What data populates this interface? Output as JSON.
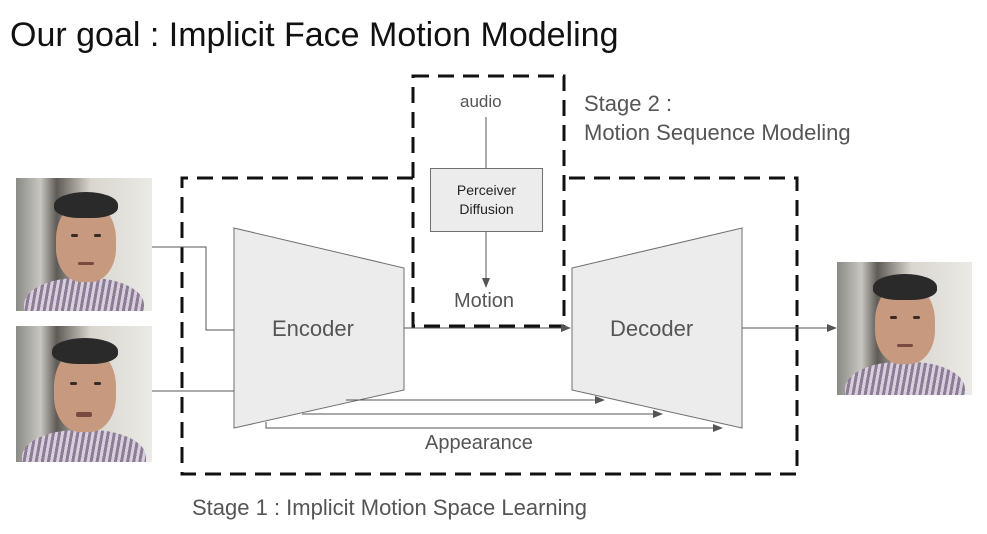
{
  "title": "Our goal : Implicit Face Motion Modeling",
  "stage2": {
    "line1": "Stage 2 :",
    "line2": "Motion Sequence Modeling"
  },
  "stage1": {
    "label": "Stage 1 : Implicit Motion Space Learning"
  },
  "nodes": {
    "audio": "audio",
    "perceiver_line1": "Perceiver",
    "perceiver_line2": "Diffusion",
    "motion": "Motion",
    "encoder": "Encoder",
    "decoder": "Decoder",
    "appearance": "Appearance"
  },
  "images": {
    "input_top": "face photo (input frame 1)",
    "input_bottom": "face photo (input frame 2)",
    "output": "face photo (output)"
  },
  "colors": {
    "box_fill": "#ececec",
    "box_stroke": "#707070",
    "arrow": "#555555",
    "dashed": "#111111",
    "text_gray": "#555555"
  }
}
